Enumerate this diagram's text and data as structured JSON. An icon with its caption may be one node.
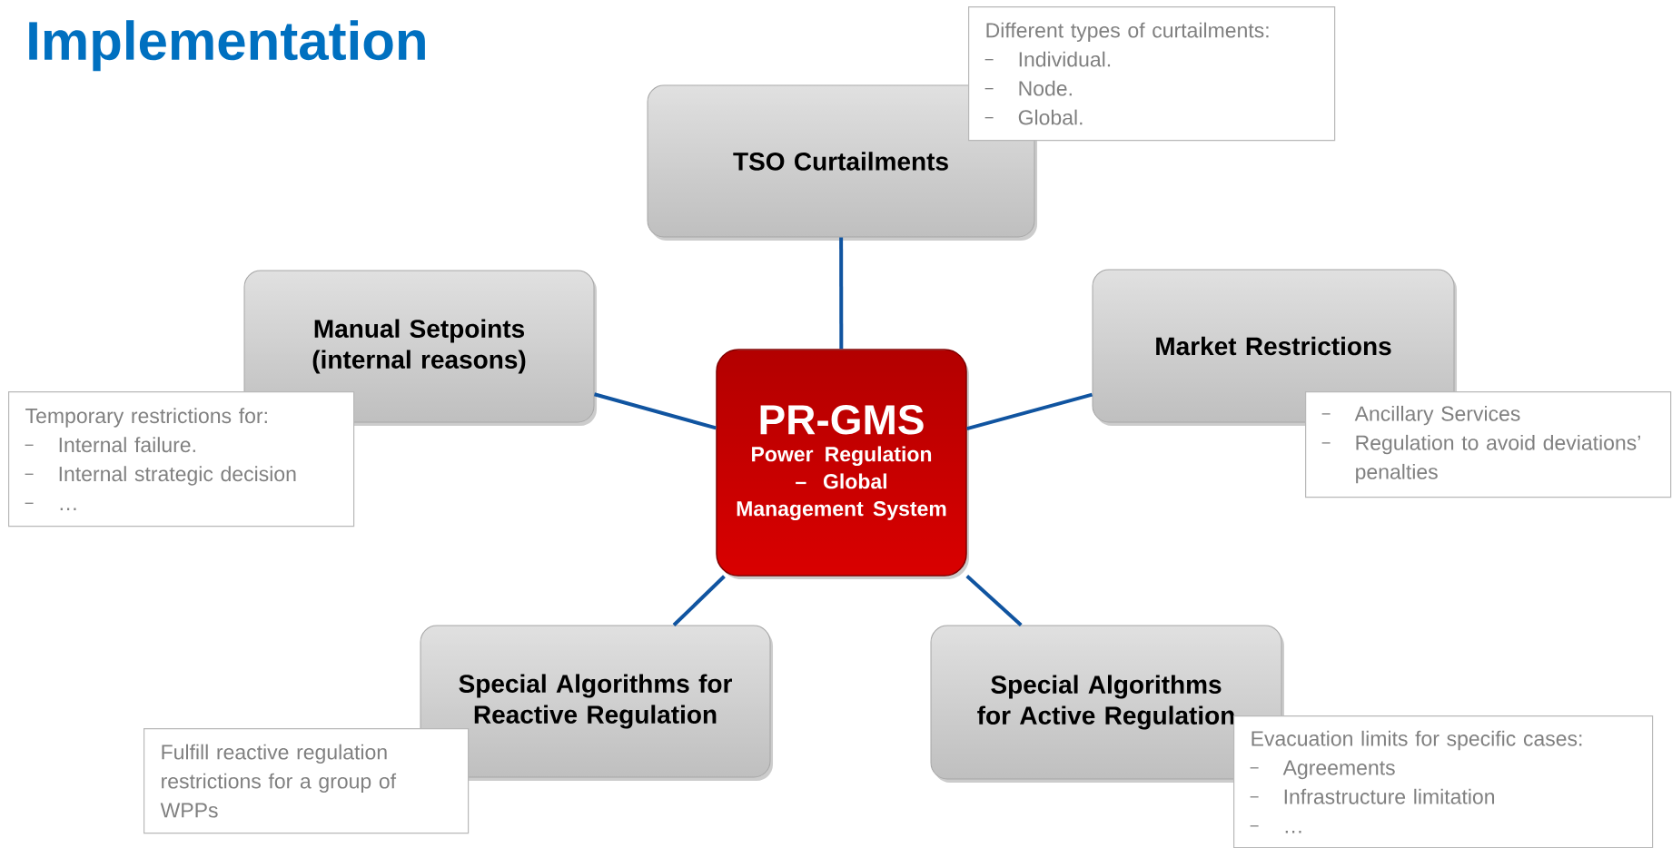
{
  "diagram": {
    "title": "Implementation",
    "nodes": [
      {
        "text": [
          "TSO Curtailments"
        ]
      },
      {
        "text": [
          "Different types of curtailments:",
          "Individual.",
          "Node.",
          "Global."
        ]
      },
      {
        "text": [
          "Manual Setpoints (internal reasons)"
        ]
      },
      {
        "text": [
          "Temporary restrictions for:",
          "Internal failure.",
          "Internal strategic decision",
          "…"
        ]
      },
      {
        "text": [
          "Market Restrictions"
        ]
      },
      {
        "text": [
          "Ancillary Services",
          "Regulation to avoid deviations’ penalties"
        ]
      },
      {
        "text": [
          "PR-GMS",
          "Power Regulation – Global Management System"
        ]
      },
      {
        "text": [
          "Special Algorithms for Reactive Regulation"
        ]
      },
      {
        "text": [
          "Fulfill reactive regulation restrictions for a group of WPPs"
        ]
      },
      {
        "text": [
          "Special Algorithms for Active Regulation"
        ]
      },
      {
        "text": [
          "Evacuation limits for specific cases:",
          "Agreements",
          "Infrastructure limitation",
          "…"
        ]
      }
    ],
    "edges": [
      {
        "from": 6,
        "to": 0,
        "arrow": "none"
      },
      {
        "from": 6,
        "to": 2,
        "arrow": "none"
      },
      {
        "from": 6,
        "to": 4,
        "arrow": "none"
      },
      {
        "from": 6,
        "to": 7,
        "arrow": "none"
      },
      {
        "from": 6,
        "to": 9,
        "arrow": "none"
      }
    ]
  }
}
